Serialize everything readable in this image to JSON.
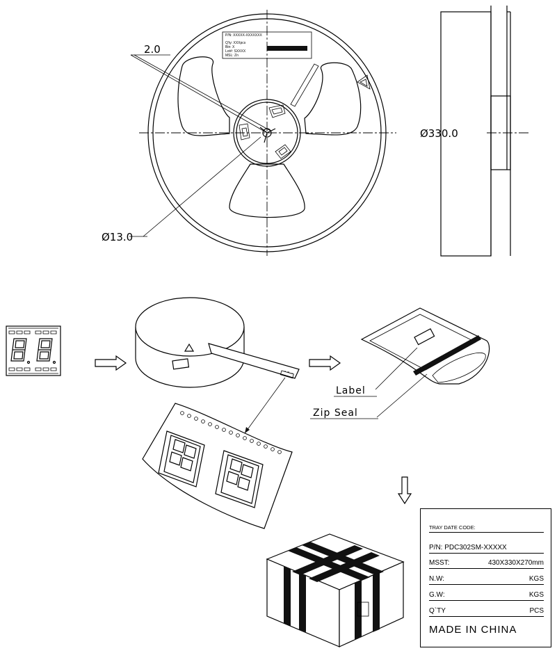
{
  "reel_drawing": {
    "dim_hub_thickness": "2.0",
    "dim_hole_diameter": "Ø13.0",
    "dim_reel_diameter": "Ø330.0",
    "reel_label_lines": [
      "P/N: XXXXX-XXXXXXX",
      "Q'ty: XXXpcs",
      "Bin: X",
      "Lot#: SXXXX",
      "MSL: Zn"
    ]
  },
  "packing_flow": {
    "bag_callouts": {
      "label": "Label",
      "zip_seal": "Zip Seal"
    }
  },
  "carton_label": {
    "header": "TRAY DATE CODE:",
    "part_number": "P/N: PDC302SM-XXXXX",
    "msst_label": "MSST:",
    "msst_value": "430X330X270mm",
    "nw_label": "N.W:",
    "nw_unit": "KGS",
    "gw_label": "G.W:",
    "gw_unit": "KGS",
    "qty_label": "Q`TY",
    "qty_unit": "PCS",
    "origin": "MADE IN CHINA"
  }
}
